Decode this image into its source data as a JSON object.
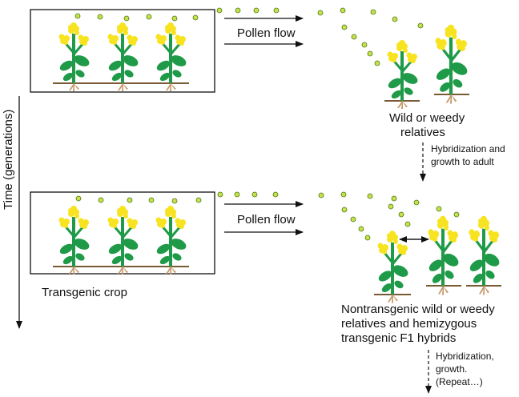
{
  "labels": {
    "pollen_flow_top": "Pollen flow",
    "pollen_flow_bottom": "Pollen flow",
    "time_axis": "Time (generations)",
    "wild_relatives_line1": "Wild or weedy",
    "wild_relatives_line2": "relatives",
    "step1_line1": "Hybridization and",
    "step1_line2": "growth to adult",
    "transgenic_crop": "Transgenic crop",
    "result_line1": "Nontransgenic wild or weedy",
    "result_line2": "relatives and hemizygous",
    "result_line3": "transgenic F1 hybrids",
    "step2_line1": "Hybridization,",
    "step2_line2": "growth.",
    "step2_line3": "(Repeat…)"
  },
  "colors": {
    "flower": "#f7e320",
    "stem_leaf": "#1f9a48",
    "pollen": "#c7e04a",
    "soil": "#7a5a34",
    "root": "#c59a6a",
    "line": "#111111"
  }
}
